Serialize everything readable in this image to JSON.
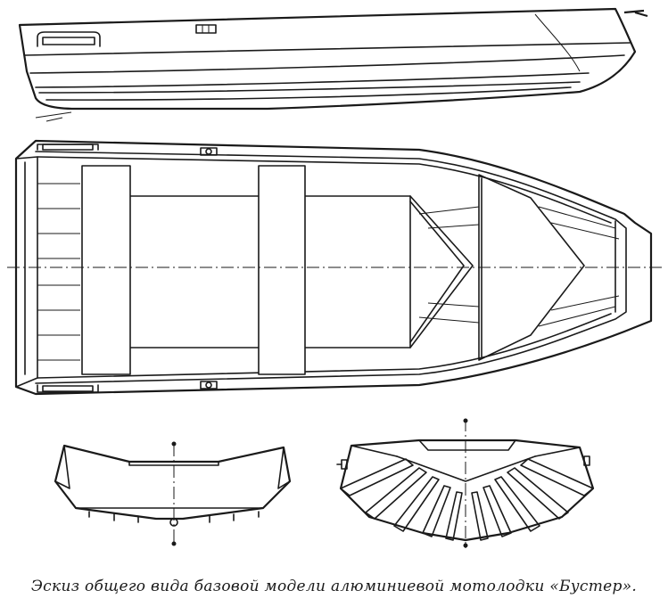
{
  "figure": {
    "caption": "Эскиз общего вида базовой модели алюминиевой мотолодки «Бустер».",
    "views": [
      "side-view",
      "top-view",
      "stern-section",
      "bow-section"
    ]
  }
}
